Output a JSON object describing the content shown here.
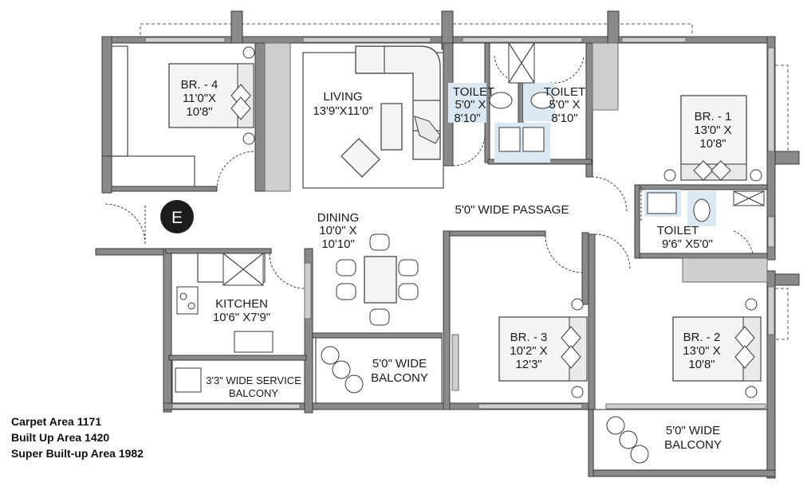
{
  "rooms": {
    "br4": {
      "name": "BR. - 4",
      "size_line1": "11'0\"X",
      "size_line2": "10'8\""
    },
    "living": {
      "name": "LIVING",
      "size": "13'9\"X11'0\""
    },
    "toilet_a": {
      "name": "TOILET",
      "size_line1": "5'0\" X",
      "size_line2": "8'10\""
    },
    "toilet_b": {
      "name": "TOILET",
      "size_line1": "5'0\" X",
      "size_line2": "8'10\""
    },
    "br1": {
      "name": "BR. - 1",
      "size_line1": "13'0\" X",
      "size_line2": "10'8\""
    },
    "passage": {
      "label": "5'0\"  WIDE PASSAGE"
    },
    "toilet_c": {
      "name": "TOILET",
      "size": "9'6\" X5'0\""
    },
    "dining": {
      "name": "DINING",
      "size_line1": "10'0\" X",
      "size_line2": "10'10\""
    },
    "kitchen": {
      "name": "KITCHEN",
      "size": "10'6\" X7'9\""
    },
    "br3": {
      "name": "BR. - 3",
      "size_line1": "10'2\" X",
      "size_line2": "12'3\""
    },
    "br2": {
      "name": "BR. - 2",
      "size_line1": "13'0\" X",
      "size_line2": "10'8\""
    },
    "service_balcony": {
      "line1": "3'3\" WIDE SERVICE",
      "line2": "BALCONY"
    },
    "balcony_center": {
      "line1": "5'0\" WIDE",
      "line2": "BALCONY"
    },
    "balcony_right": {
      "line1": "5'0\" WIDE",
      "line2": "BALCONY"
    }
  },
  "entrance": {
    "marker": "E"
  },
  "areas": {
    "carpet": "Carpet Area 1171",
    "built_up": "Built Up Area 1420",
    "super_built_up": "Super Built-up Area 1982"
  }
}
